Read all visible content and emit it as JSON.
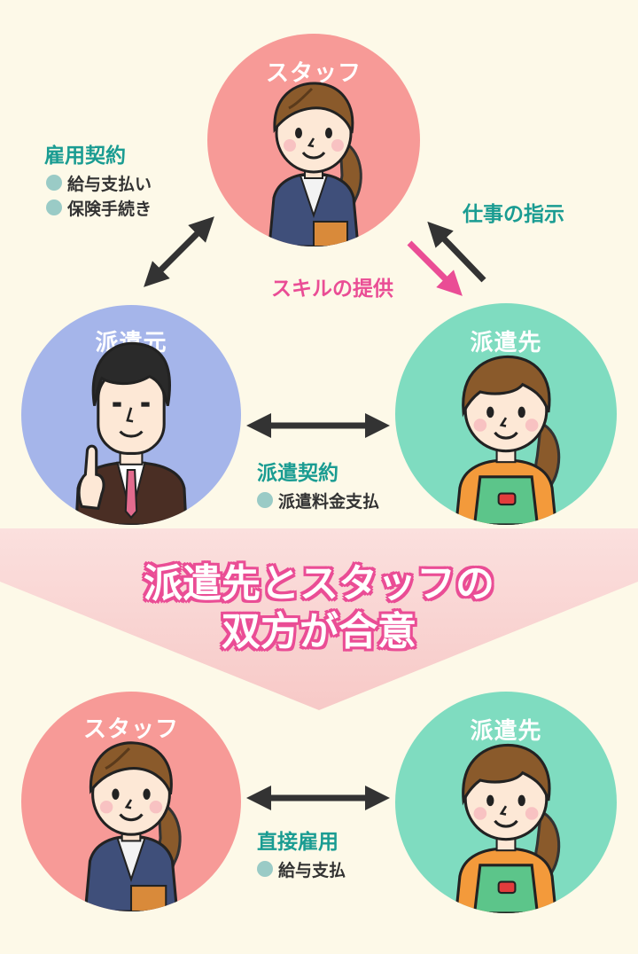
{
  "top": {
    "staff": {
      "label": "スタッフ"
    },
    "haken_moto": {
      "label": "派遣元"
    },
    "haken_saki": {
      "label": "派遣先"
    },
    "employment_contract": {
      "title": "雇用契約",
      "items": [
        "給与支払い",
        "保険手続き"
      ]
    },
    "work_instruction": "仕事の指示",
    "skill_provision": "スキルの提供",
    "dispatch_contract": {
      "title": "派遣契約",
      "items": [
        "派遣料金支払"
      ]
    }
  },
  "banner": {
    "line1": "派遣先とスタッフの",
    "line2": "双方が合意"
  },
  "bottom": {
    "staff": {
      "label": "スタッフ"
    },
    "haken_saki": {
      "label": "派遣先"
    },
    "direct_employment": {
      "title": "直接雇用",
      "items": [
        "給与支払"
      ]
    }
  },
  "colors": {
    "background": "#fdf9e8",
    "staff_circle": "#f79a97",
    "moto_circle": "#a5b5ea",
    "saki_circle": "#7fdcc0",
    "teal_text": "#1a9c92",
    "pink_text": "#ea4d95",
    "banner_band": "#f9d3d1",
    "bullet_dot": "#9acbc6"
  }
}
